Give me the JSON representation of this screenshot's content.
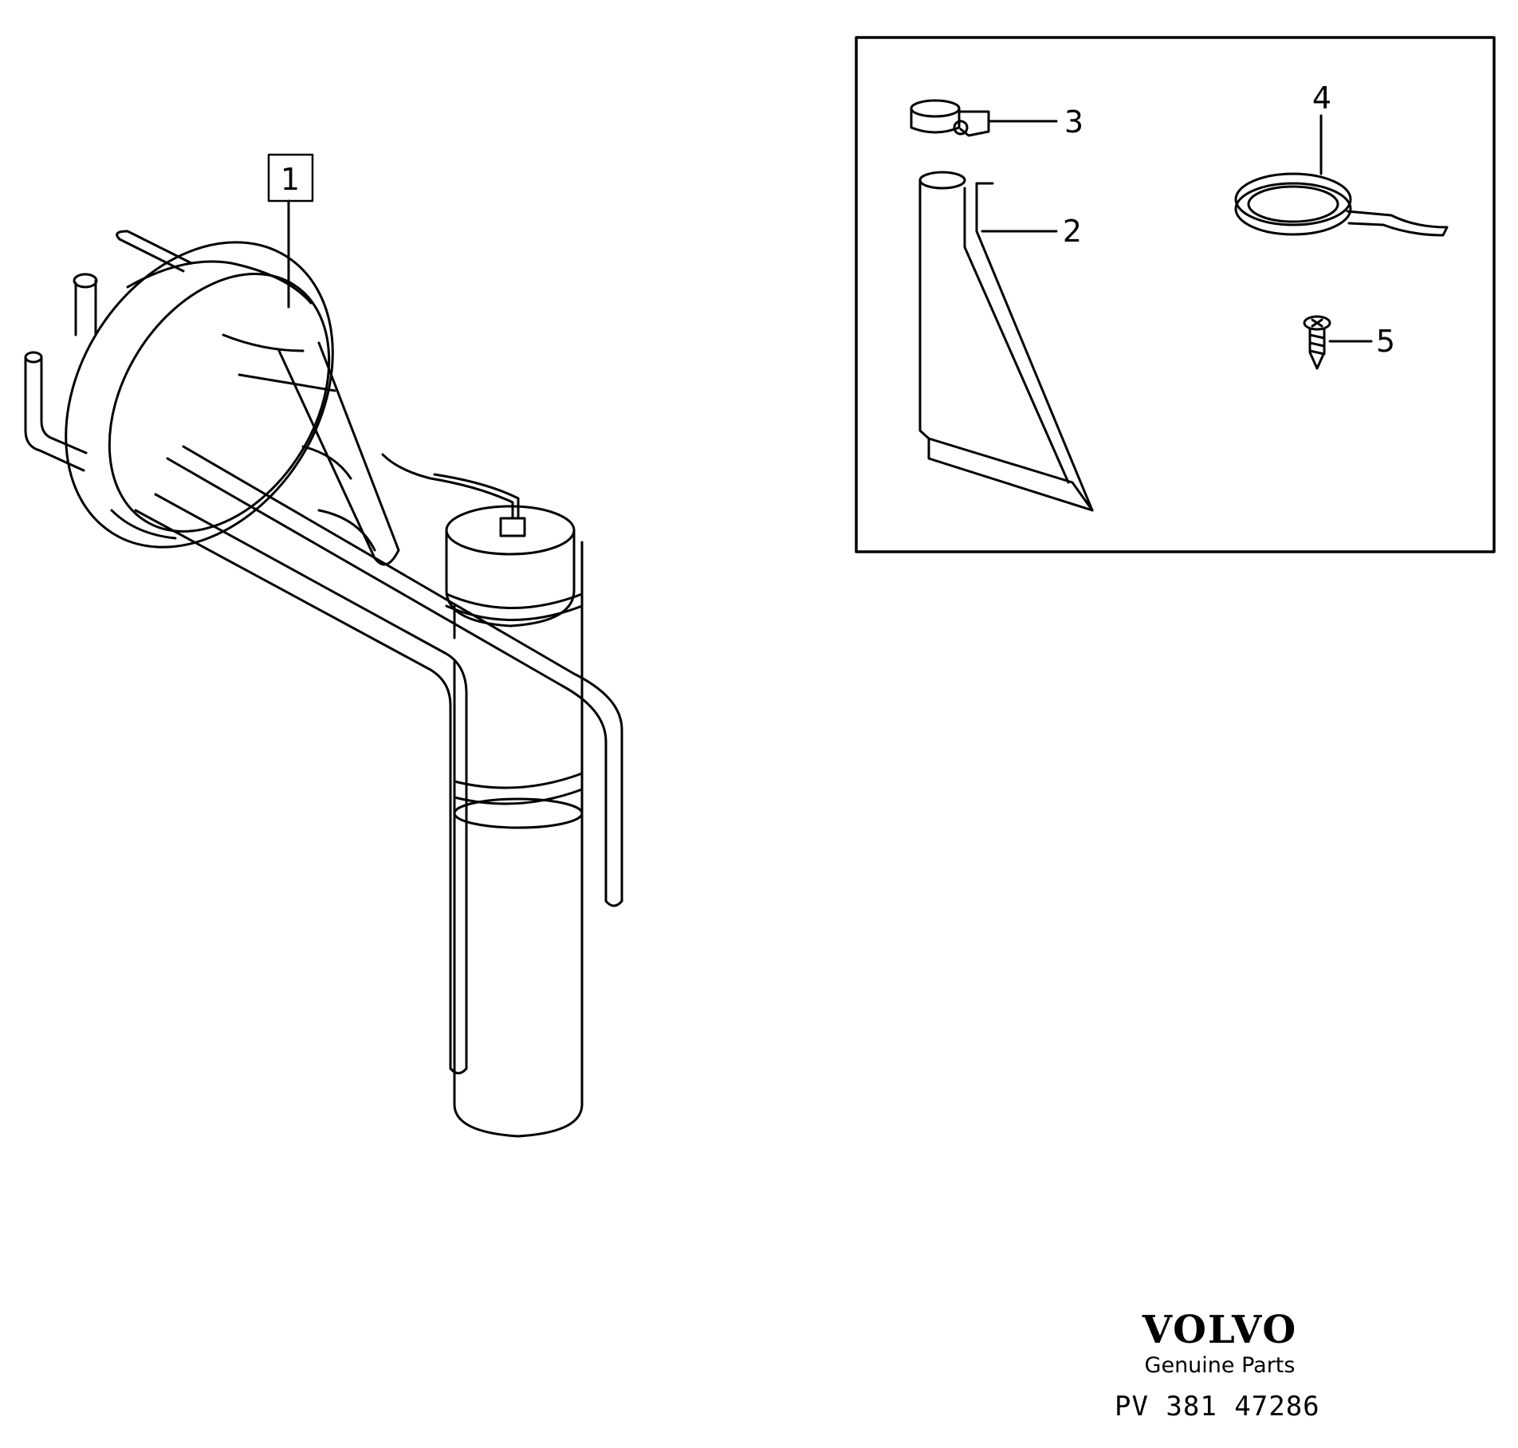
{
  "diagram": {
    "callouts": [
      {
        "id": 1,
        "label": "1",
        "boxed": true
      },
      {
        "id": 2,
        "label": "2",
        "boxed": false
      },
      {
        "id": 3,
        "label": "3",
        "boxed": false
      },
      {
        "id": 4,
        "label": "4",
        "boxed": false
      },
      {
        "id": 5,
        "label": "5",
        "boxed": false
      }
    ],
    "line_color": "#000000",
    "background": "#ffffff"
  },
  "brand": {
    "logo": "VOLVO",
    "tagline": "Genuine Parts",
    "part_number": "PV 381 47286"
  }
}
